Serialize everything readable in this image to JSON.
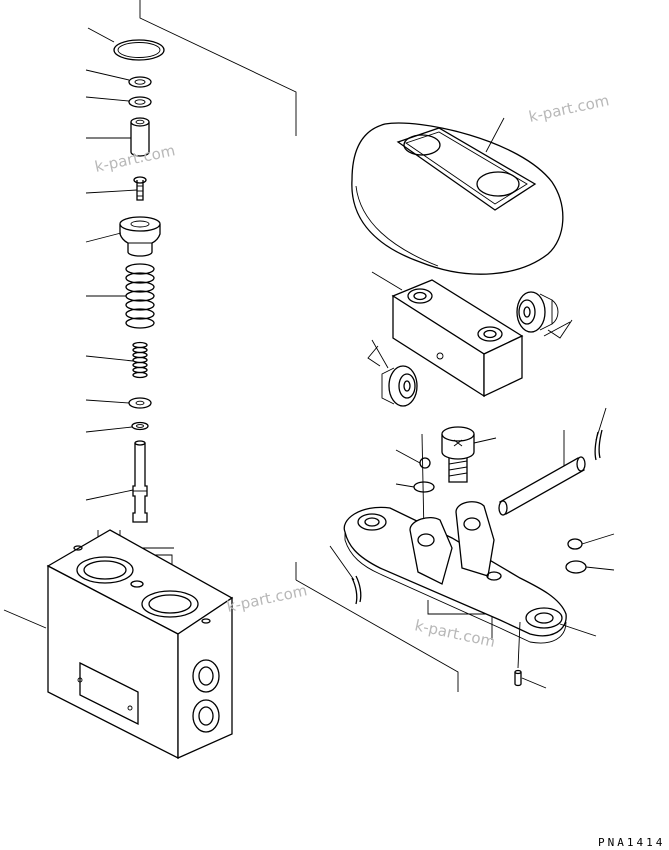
{
  "watermarks": [
    "k-part.com",
    "k-part.com",
    "k-part.com",
    "k-part.com"
  ],
  "drawing_code": "PNA1414"
}
